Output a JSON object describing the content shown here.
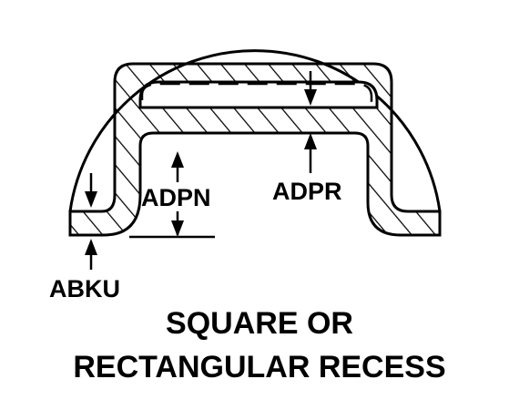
{
  "labels": {
    "adpn": "ADPN",
    "adpr": "ADPR",
    "abku": "ABKU"
  },
  "title": {
    "line1": "SQUARE OR",
    "line2": "RECTANGULAR RECESS"
  },
  "colors": {
    "ink": "#000000",
    "background": "#ffffff"
  }
}
